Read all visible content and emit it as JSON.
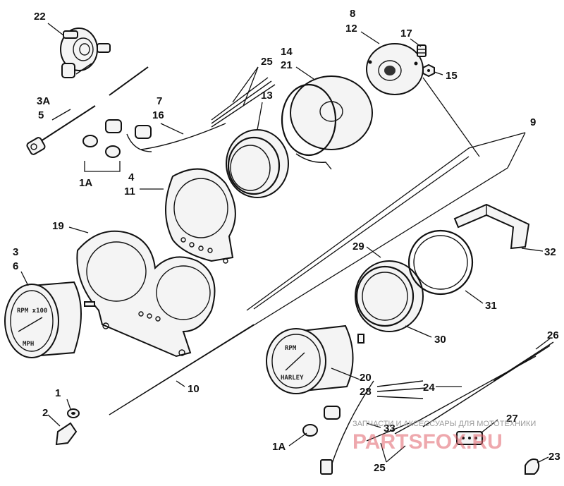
{
  "callouts": {
    "c22": "22",
    "c8": "8",
    "c12": "12",
    "c17": "17",
    "c15": "15",
    "c14": "14",
    "c21": "21",
    "c25a": "25",
    "c3a": "3A",
    "c5": "5",
    "c7": "7",
    "c16": "16",
    "c13": "13",
    "c9": "9",
    "c1a_top": "1A",
    "c4": "4",
    "c11": "11",
    "c19": "19",
    "c3": "3",
    "c6": "6",
    "c29": "29",
    "c32": "32",
    "c31": "31",
    "c30": "30",
    "c10": "10",
    "c26": "26",
    "c24": "24",
    "c20": "20",
    "c28": "28",
    "c1": "1",
    "c2": "2",
    "c27": "27",
    "c33": "33",
    "c1a_bottom": "1A",
    "c25b": "25",
    "c23": "23"
  },
  "dial_text": {
    "speedo_top": "RPM x100",
    "speedo_bottom": "MPH",
    "tacho_top": "RPM",
    "tacho_brand": "HARLEY"
  },
  "watermark": {
    "tagline": "ЗАПЧАСТИ И АКСЕССУАРЫ ДЛЯ МОТОТЕХНИКИ",
    "brand": "PARTSFOX.RU"
  }
}
